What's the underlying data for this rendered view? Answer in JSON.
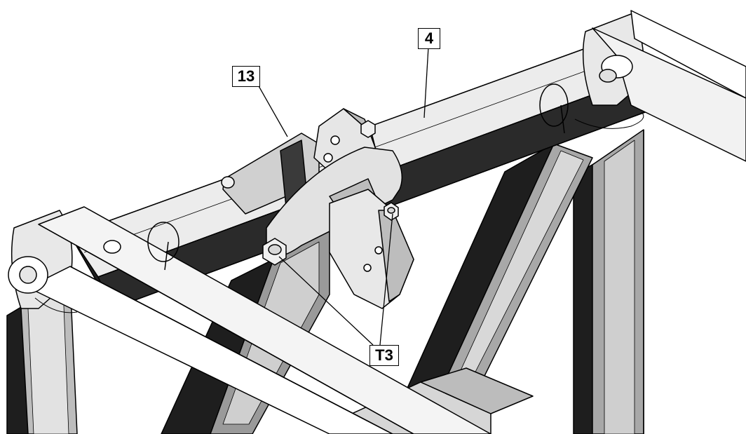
{
  "callouts": {
    "part_13": "13",
    "part_4": "4",
    "part_t3": "T3"
  },
  "colors": {
    "background": "#ffffff",
    "outline": "#000000",
    "dark_steel": "#1e1e1e",
    "mid_steel": "#a8a8a8",
    "light_steel": "#e2e2e2",
    "plate": "#cfcfcf"
  }
}
